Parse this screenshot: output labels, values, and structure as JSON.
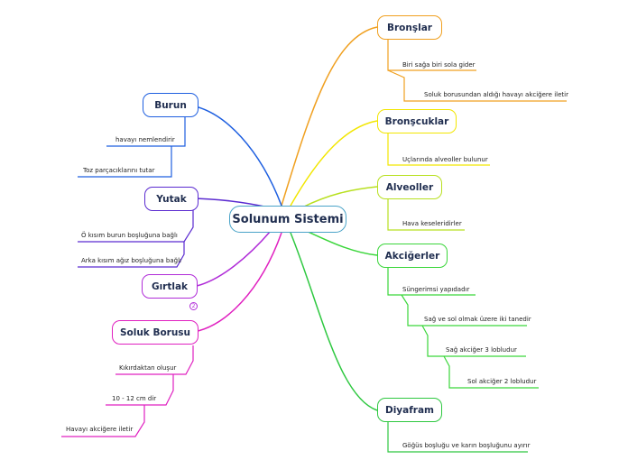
{
  "center": {
    "label": "Solunum Sistemi"
  },
  "branches": {
    "bronslar": {
      "label": "Bronşlar",
      "color": "#f0a020",
      "leaves": [
        "Biri sağa biri sola gider",
        "Soluk borusundan aldığı havayı akciğere iletir"
      ]
    },
    "bronscuklar": {
      "label": "Bronşcuklar",
      "color": "#f2e600",
      "leaves": [
        "Uçlarında alveoller bulunur"
      ]
    },
    "alveoller": {
      "label": "Alveoller",
      "color": "#b8e020",
      "leaves": [
        "Hava keseleridirler"
      ]
    },
    "akcigerler": {
      "label": "Akciğerler",
      "color": "#3ad63a",
      "leaves": [
        "Süngerimsi yapıdadır",
        "Sağ ve sol olmak üzere iki tanedir",
        "Sağ akciğer 3 lobludur",
        "Sol akciğer 2 lobludur"
      ]
    },
    "diyafram": {
      "label": "Diyafram",
      "color": "#2ec840",
      "leaves": [
        "Göğüs boşluğu ve karın boşluğunu ayırır"
      ]
    },
    "burun": {
      "label": "Burun",
      "color": "#1e5fe0",
      "leaves": [
        "havayı nemlendirir",
        "Toz parçacıklarını tutar"
      ]
    },
    "yutak": {
      "label": "Yutak",
      "color": "#5a2ad0",
      "leaves": [
        "Ö kısım burun boşluğuna bağlı",
        "Arka kısım ağız boşluğuna bağlı"
      ]
    },
    "girtlak": {
      "label": "Gırtlak",
      "color": "#b02cd8",
      "badge": "2"
    },
    "soluk_borusu": {
      "label": "Soluk Borusu",
      "color": "#e020c0",
      "leaves": [
        "Kıkırdaktan oluşur",
        "10 - 12 cm dir",
        "Havayı akciğere iletir"
      ]
    }
  }
}
